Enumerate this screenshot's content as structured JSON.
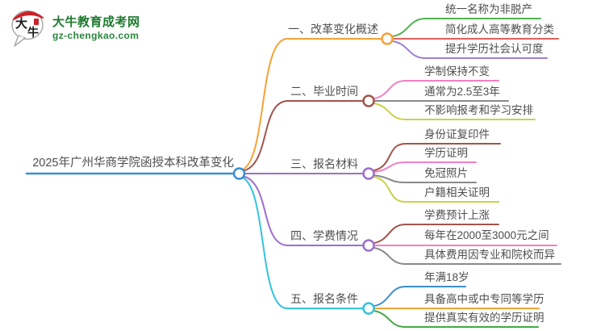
{
  "site": {
    "logo_badge_top": "大",
    "logo_badge_bottom": "牛",
    "logo_title": "大牛教育成考网",
    "logo_domain": "gz-chengkao.com",
    "logo_green": "#1d7a2f",
    "logo_red": "#cc2229"
  },
  "mindmap": {
    "root": {
      "label": "2025年广州华商学院函授本科改革变化",
      "color": "#3a8fd1"
    },
    "branches": [
      {
        "label": "一、改革变化概述",
        "color": "#f7a237",
        "children": [
          {
            "label": "统一名称为非脱产",
            "color": "#52b152"
          },
          {
            "label": "简化成人高等教育分类",
            "color": "#e5615c"
          },
          {
            "label": "提升学历社会认可度",
            "color": "#9d7fd6"
          }
        ]
      },
      {
        "label": "二、毕业时间",
        "color": "#a2544b",
        "children": [
          {
            "label": "学制保持不变",
            "color": "#f080c5"
          },
          {
            "label": "通常为2.5至3年",
            "color": "#8a8a8a"
          },
          {
            "label": "不影响报考和学习安排",
            "color": "#ccd14a"
          }
        ]
      },
      {
        "label": "三、报名材料",
        "color": "#9d6ece",
        "children": [
          {
            "label": "身份证复印件",
            "color": "#a2544b"
          },
          {
            "label": "学历证明",
            "color": "#f080c5"
          },
          {
            "label": "免冠照片",
            "color": "#8a8a8a"
          },
          {
            "label": "户籍相关证明",
            "color": "#ccd14a"
          }
        ]
      },
      {
        "label": "四、学费情况",
        "color": "#9d6ece",
        "children": [
          {
            "label": "学费预计上涨",
            "color": "#a2544b"
          },
          {
            "label": "每年在2000至3000元之间",
            "color": "#f080c5"
          },
          {
            "label": "具体费用因专业和院校而异",
            "color": "#8a8a8a"
          }
        ]
      },
      {
        "label": "五、报名条件",
        "color": "#35c3dc",
        "children": [
          {
            "label": "年满18岁",
            "color": "#3a8fd1"
          },
          {
            "label": "具备高中或中专同等学历",
            "color": "#f7a237"
          },
          {
            "label": "提供真实有效的学历证明",
            "color": "#45a845"
          }
        ]
      }
    ]
  }
}
